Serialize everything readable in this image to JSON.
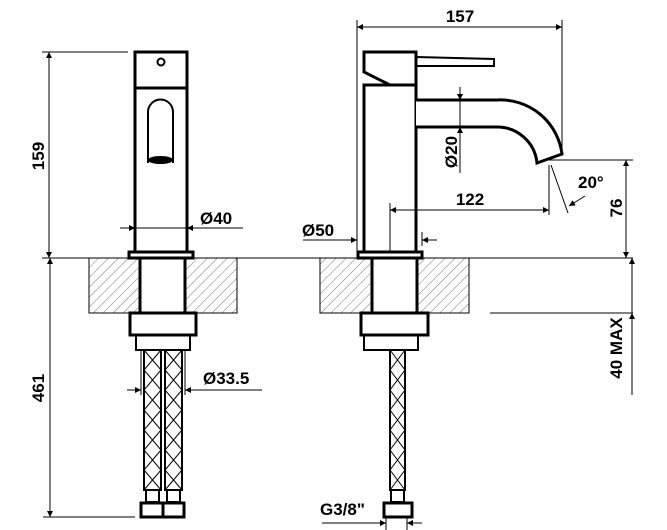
{
  "title": "Faucet technical dimension drawing",
  "views": {
    "front": {
      "height_label": "159",
      "body_diameter_label": "Ø40",
      "total_below_label": "461",
      "hose_spacing_label": "Ø33.5"
    },
    "side": {
      "total_depth_label": "157",
      "spout_diameter_label": "Ø20",
      "spout_reach_label": "122",
      "spout_angle_label": "20°",
      "spout_height_label": "76",
      "base_diameter_label": "Ø50",
      "counter_thickness_label": "40 MAX",
      "thread_label": "G3/8\""
    }
  },
  "colors": {
    "line": "#000000",
    "background": "#ffffff"
  }
}
